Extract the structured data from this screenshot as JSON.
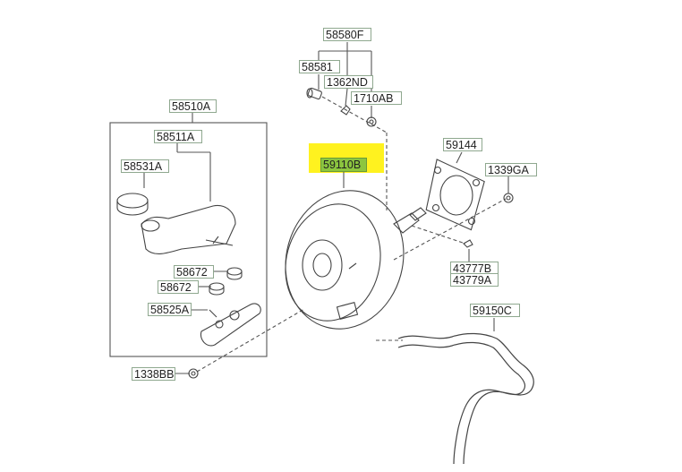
{
  "diagram": {
    "highlight_color": "#fff21f",
    "selected_color": "#8cc63f",
    "parts": [
      {
        "id": "58580F",
        "label": "58580F"
      },
      {
        "id": "58581",
        "label": "58581"
      },
      {
        "id": "1362ND",
        "label": "1362ND"
      },
      {
        "id": "1710AB",
        "label": "1710AB"
      },
      {
        "id": "58510A",
        "label": "58510A"
      },
      {
        "id": "58511A",
        "label": "58511A"
      },
      {
        "id": "58531A",
        "label": "58531A"
      },
      {
        "id": "58672a",
        "label": "58672"
      },
      {
        "id": "58672b",
        "label": "58672"
      },
      {
        "id": "58525A",
        "label": "58525A"
      },
      {
        "id": "1338BB",
        "label": "1338BB"
      },
      {
        "id": "59110B",
        "label": "59110B",
        "selected": true
      },
      {
        "id": "59144",
        "label": "59144"
      },
      {
        "id": "1339GA",
        "label": "1339GA"
      },
      {
        "id": "43777B",
        "label": "43777B"
      },
      {
        "id": "43779A",
        "label": "43779A"
      },
      {
        "id": "59150C",
        "label": "59150C"
      }
    ]
  }
}
